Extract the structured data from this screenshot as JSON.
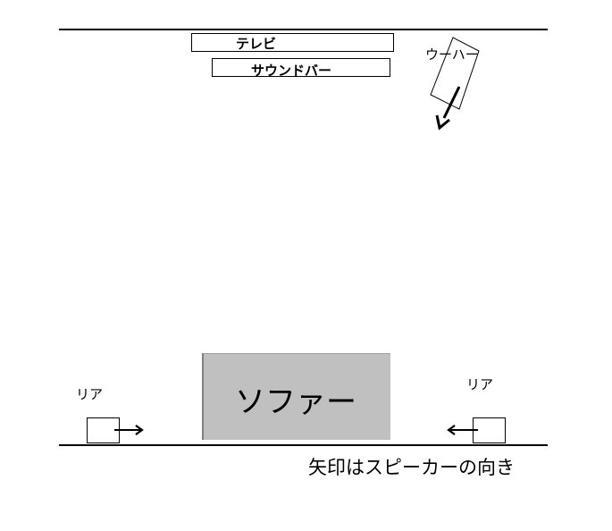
{
  "room": {
    "tv_label": "テレビ",
    "soundbar_label": "サウンドバー",
    "woofer_label": "ウーハー",
    "sofa_label": "ソファー",
    "rear_left_label": "リア",
    "rear_right_label": "リア",
    "caption": "矢印はスピーカーの向き"
  },
  "colors": {
    "sofa_fill": "#c0c0c0",
    "line": "#000000",
    "background": "#ffffff"
  }
}
